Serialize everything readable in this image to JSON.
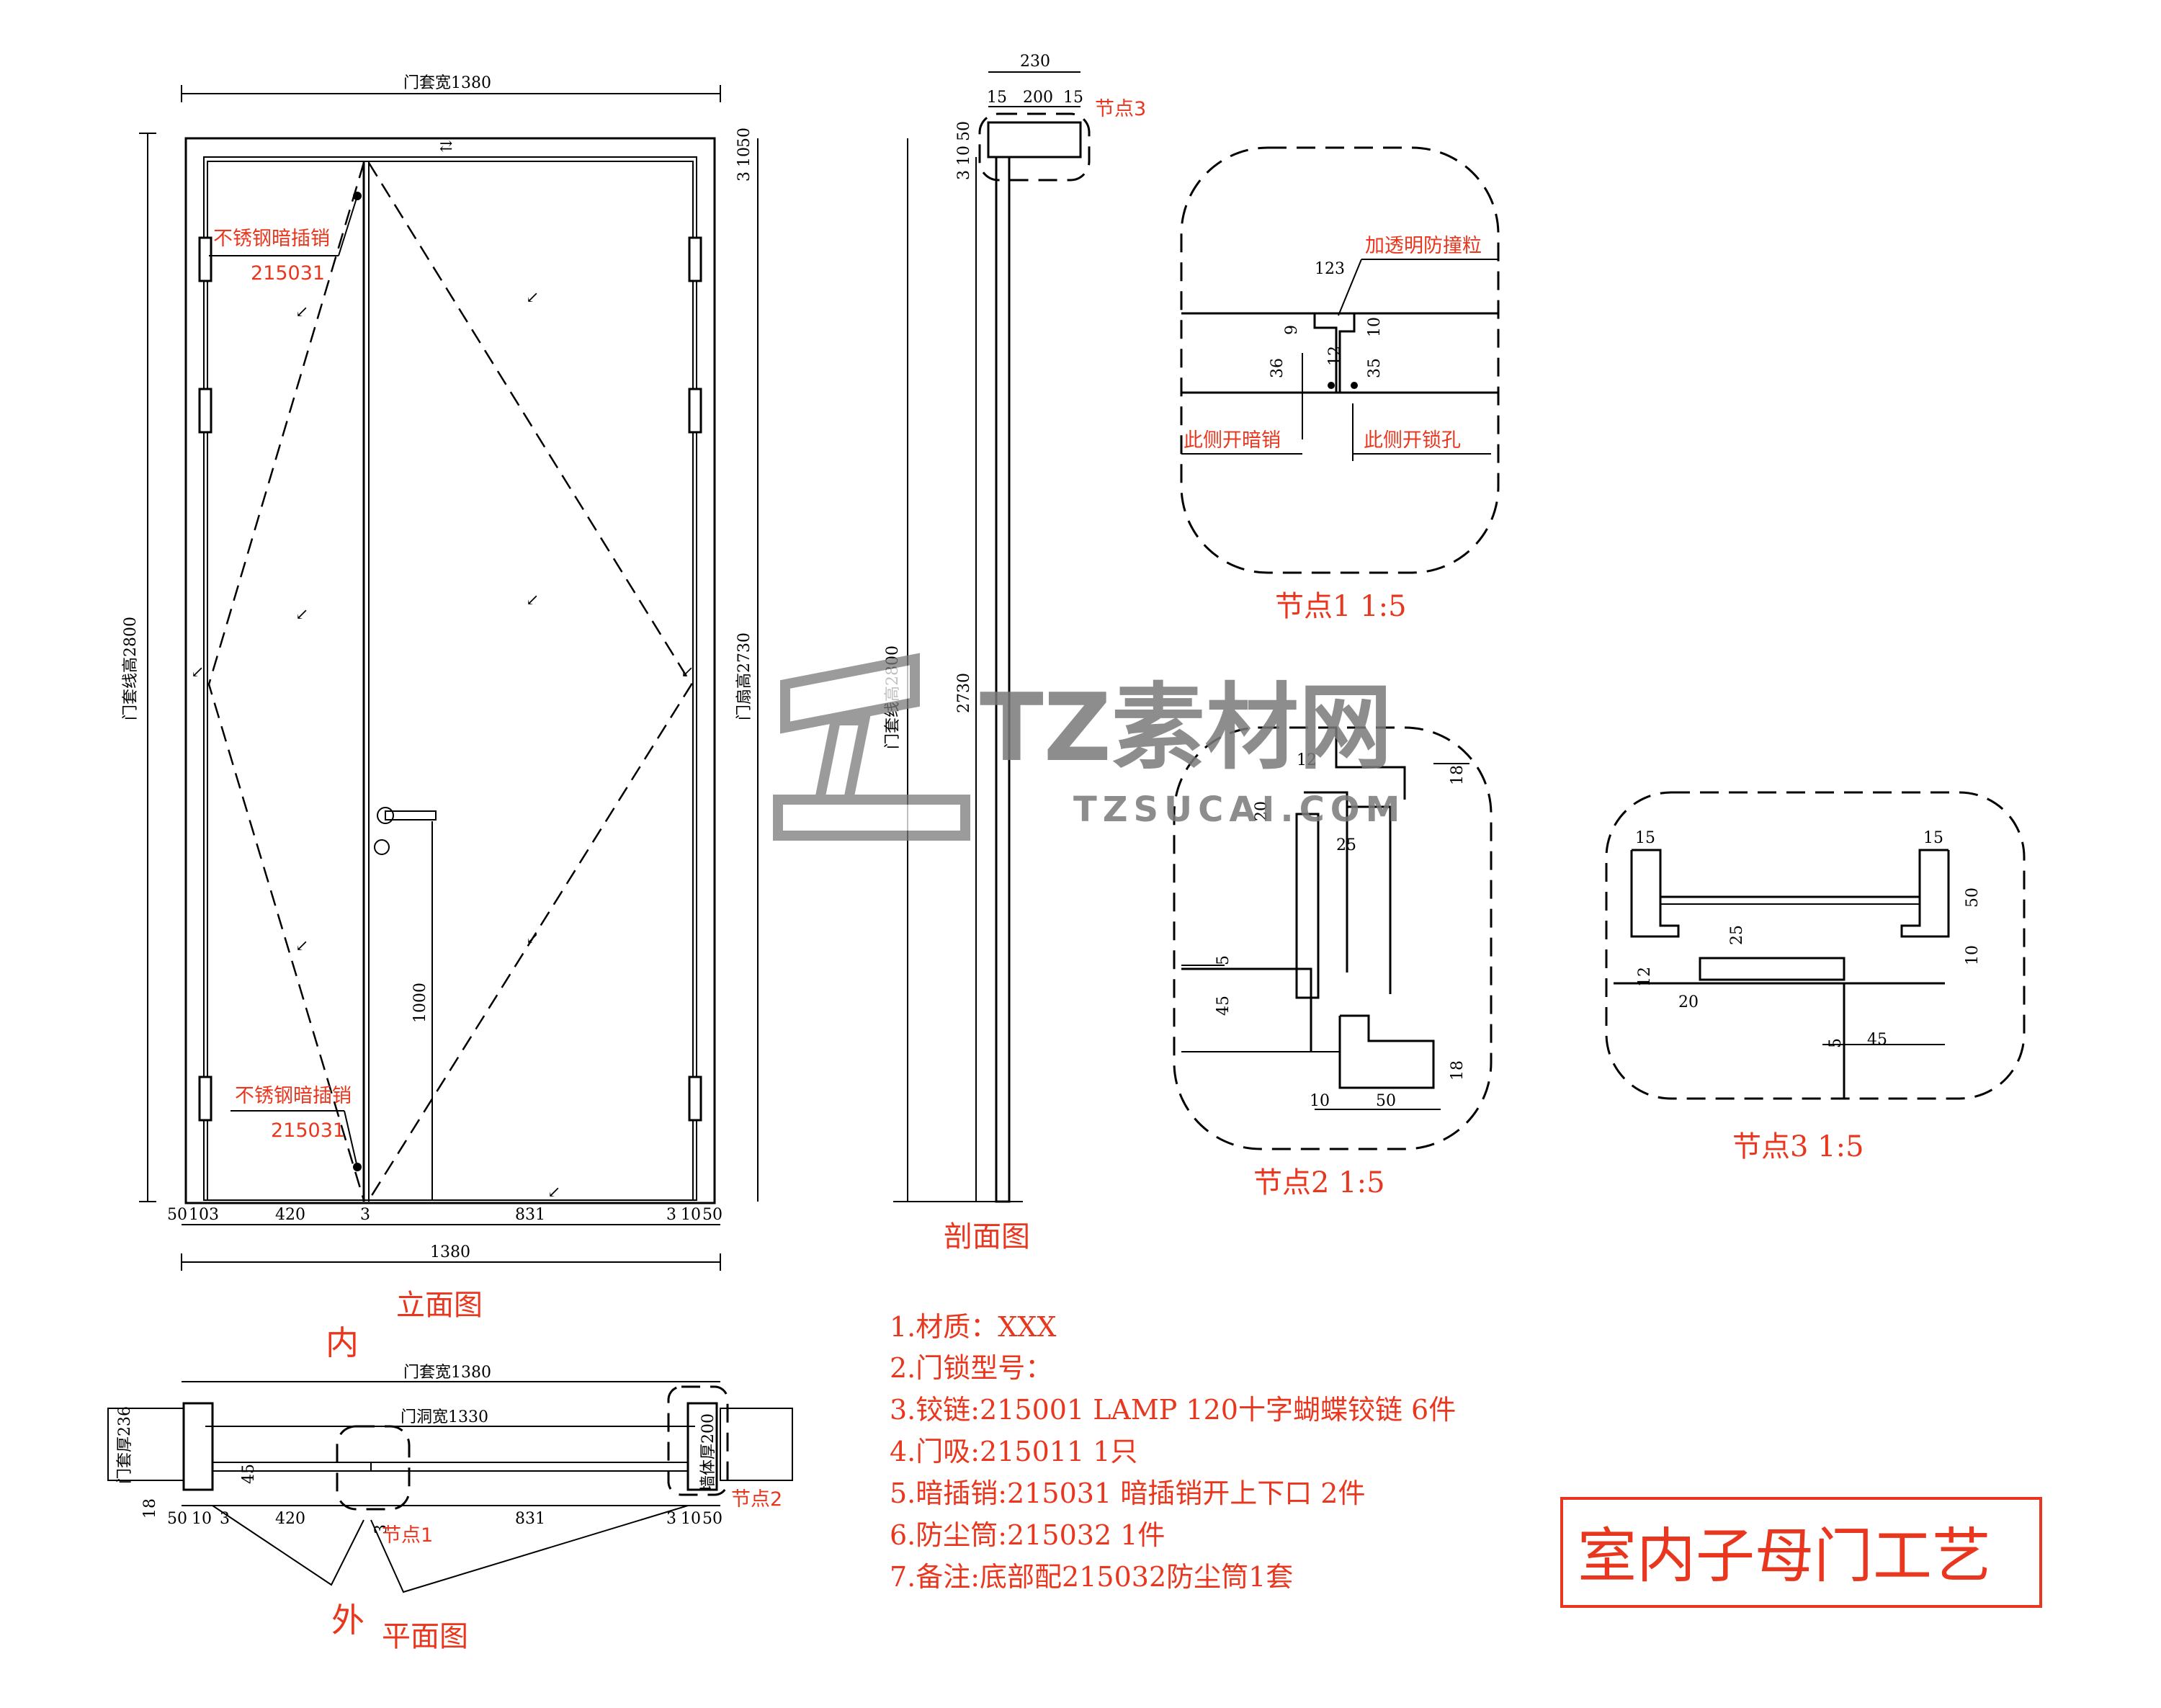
{
  "elevation": {
    "title": "立面图",
    "width_label": "门套宽1380",
    "height_label": "门套线高2800",
    "leaf_height_label": "门扇高2730",
    "handle_height": "1000",
    "bottom_dims": [
      "50",
      "10",
      "3",
      "420",
      "3",
      "831",
      "3",
      "10",
      "50"
    ],
    "total_width": "1380",
    "top_right_dims": [
      "3",
      "10",
      "50"
    ],
    "bolt_label": "不锈钢暗插销",
    "bolt_code": "215031"
  },
  "section": {
    "title": "剖面图",
    "top_dims": [
      "230",
      "15",
      "200",
      "15"
    ],
    "side_dims": [
      "50",
      "3",
      "10"
    ],
    "height_label": "门套线高2800",
    "leaf_height": "2730",
    "node_label": "节点3"
  },
  "plan": {
    "title": "平面图",
    "inside": "内",
    "outside": "外",
    "width_label": "门套宽1380",
    "opening_label": "门洞宽1330",
    "frame_thickness": "门套厚236",
    "wall_thickness": "墙体厚200",
    "dim_18": "18",
    "dim_45": "45",
    "dim_3": "3",
    "bottom_dims": [
      "50",
      "10",
      "3",
      "420",
      "831",
      "3",
      "10",
      "50"
    ],
    "node1": "节点1",
    "node2": "节点2"
  },
  "node1": {
    "title": "节点1  1:5",
    "dims": [
      "123",
      "9",
      "36",
      "12",
      "10",
      "35"
    ],
    "label_bumper": "加透明防撞粒",
    "label_bolt_side": "此侧开暗销",
    "label_lock_side": "此侧开锁孔"
  },
  "node2": {
    "title": "节点2  1:5",
    "dims": [
      "12",
      "20",
      "25",
      "18",
      "5",
      "45",
      "18",
      "10",
      "50"
    ]
  },
  "node3": {
    "title": "节点3  1:5",
    "dims": [
      "15",
      "15",
      "50",
      "25",
      "10",
      "12",
      "20",
      "5",
      "45"
    ]
  },
  "notes": [
    "1.材质：XXX",
    "2.门锁型号：",
    "3.铰链:215001 LAMP 120十字蝴蝶铰链 6件",
    "4.门吸:215011  1只",
    "5.暗插销:215031 暗插销开上下口 2件",
    "6.防尘筒:215032 1件",
    "7.备注:底部配215032防尘筒1套"
  ],
  "drawing_title": "室内子母门工艺",
  "watermark": {
    "brand": "TZ素材网",
    "url": "TZSUCAI.COM"
  },
  "colors": {
    "line": "#000000",
    "annotation": "#e8371e",
    "watermark": "#7a7a7a"
  }
}
